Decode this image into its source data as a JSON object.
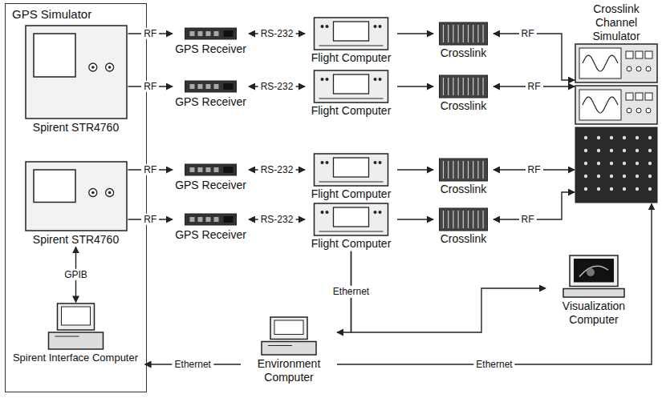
{
  "diagram": {
    "nodes": [
      {
        "text": [
          "GPS Simulator"
        ]
      },
      {
        "text": [
          "Spirent STR4760"
        ],
        "in": 0
      },
      {
        "text": [
          "Spirent STR4760"
        ],
        "in": 0
      },
      {
        "text": [
          "Spirent Interface Computer"
        ],
        "in": 0
      },
      {
        "text": [
          "GPS Receiver"
        ]
      },
      {
        "text": [
          "Flight Computer"
        ]
      },
      {
        "text": [
          "Crosslink"
        ]
      },
      {
        "text": [
          "Crosslink Channel Simulator"
        ]
      },
      {
        "text": [
          "GPS Receiver"
        ]
      },
      {
        "text": [
          "Flight Computer"
        ]
      },
      {
        "text": [
          "Crosslink"
        ]
      },
      {
        "text": [
          "GPS Receiver"
        ]
      },
      {
        "text": [
          "Flight Computer"
        ]
      },
      {
        "text": [
          "Crosslink"
        ]
      },
      {
        "text": [
          "GPS Receiver"
        ]
      },
      {
        "text": [
          "Flight Computer"
        ]
      },
      {
        "text": [
          "Crosslink"
        ]
      },
      {
        "text": [
          "Visualization Computer"
        ]
      },
      {
        "text": [
          "Environment Computer"
        ]
      }
    ],
    "edges": [
      {
        "from": 1,
        "to": 4,
        "label": "RF",
        "arrow": "to"
      },
      {
        "from": 1,
        "to": 8,
        "label": "RF",
        "arrow": "to"
      },
      {
        "from": 2,
        "to": 11,
        "label": "RF",
        "arrow": "to"
      },
      {
        "from": 2,
        "to": 14,
        "label": "RF",
        "arrow": "to"
      },
      {
        "from": 4,
        "to": 5,
        "label": "RS-232",
        "arrow": "both"
      },
      {
        "from": 8,
        "to": 9,
        "label": "RS-232",
        "arrow": "both"
      },
      {
        "from": 11,
        "to": 12,
        "label": "RS-232",
        "arrow": "both"
      },
      {
        "from": 14,
        "to": 15,
        "label": "RS-232",
        "arrow": "both"
      },
      {
        "from": 5,
        "to": 6,
        "arrow": "to"
      },
      {
        "from": 9,
        "to": 10,
        "arrow": "to"
      },
      {
        "from": 12,
        "to": 13,
        "arrow": "to"
      },
      {
        "from": 15,
        "to": 16,
        "arrow": "to"
      },
      {
        "from": 6,
        "to": 7,
        "label": "RF",
        "arrow": "both"
      },
      {
        "from": 10,
        "to": 7,
        "label": "RF",
        "arrow": "both"
      },
      {
        "from": 13,
        "to": 7,
        "label": "RF",
        "arrow": "both"
      },
      {
        "from": 16,
        "to": 7,
        "label": "RF",
        "arrow": "both"
      },
      {
        "from": 2,
        "to": 3,
        "label": "GPIB",
        "arrow": "both"
      },
      {
        "from": 18,
        "to": 3,
        "label": "Ethernet",
        "arrow": "to"
      },
      {
        "from": 15,
        "to": 18,
        "label": "Ethernet",
        "arrow": "to"
      },
      {
        "from": 15,
        "to": 17,
        "arrow": "to"
      },
      {
        "from": 18,
        "to": 7,
        "label": "Ethernet",
        "arrow": "to"
      }
    ]
  }
}
